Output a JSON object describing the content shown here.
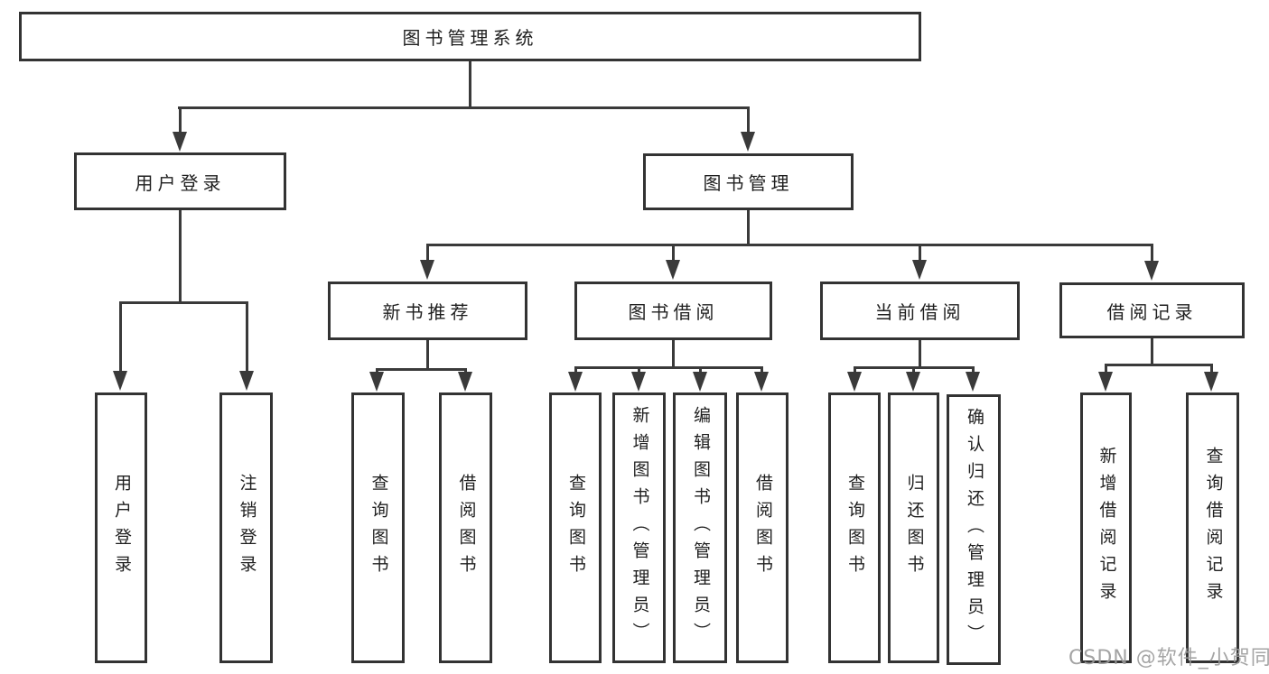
{
  "diagram": {
    "root": {
      "label": "图书管理系统",
      "children": [
        {
          "label": "用户登录",
          "children": [
            {
              "label": "用户登录"
            },
            {
              "label": "注销登录"
            }
          ]
        },
        {
          "label": "图书管理",
          "children": [
            {
              "label": "新书推荐",
              "children": [
                {
                  "label": "查询图书"
                },
                {
                  "label": "借阅图书"
                }
              ]
            },
            {
              "label": "图书借阅",
              "children": [
                {
                  "label": "查询图书"
                },
                {
                  "label": "新增图书（管理员）"
                },
                {
                  "label": "编辑图书（管理员）"
                },
                {
                  "label": "借阅图书"
                }
              ]
            },
            {
              "label": "当前借阅",
              "children": [
                {
                  "label": "查询图书"
                },
                {
                  "label": "归还图书"
                },
                {
                  "label": "确认归还（管理员）"
                }
              ]
            },
            {
              "label": "借阅记录",
              "children": [
                {
                  "label": "新增借阅记录"
                },
                {
                  "label": "查询借阅记录"
                }
              ]
            }
          ]
        }
      ]
    }
  },
  "watermark": {
    "text": "CSDN @软件_小贺同学",
    "color": "#9b9b9b"
  },
  "colors": {
    "background": "#ffffff",
    "line": "#3a3a3a",
    "box_border": "#333333",
    "text": "#1f1f1f"
  }
}
